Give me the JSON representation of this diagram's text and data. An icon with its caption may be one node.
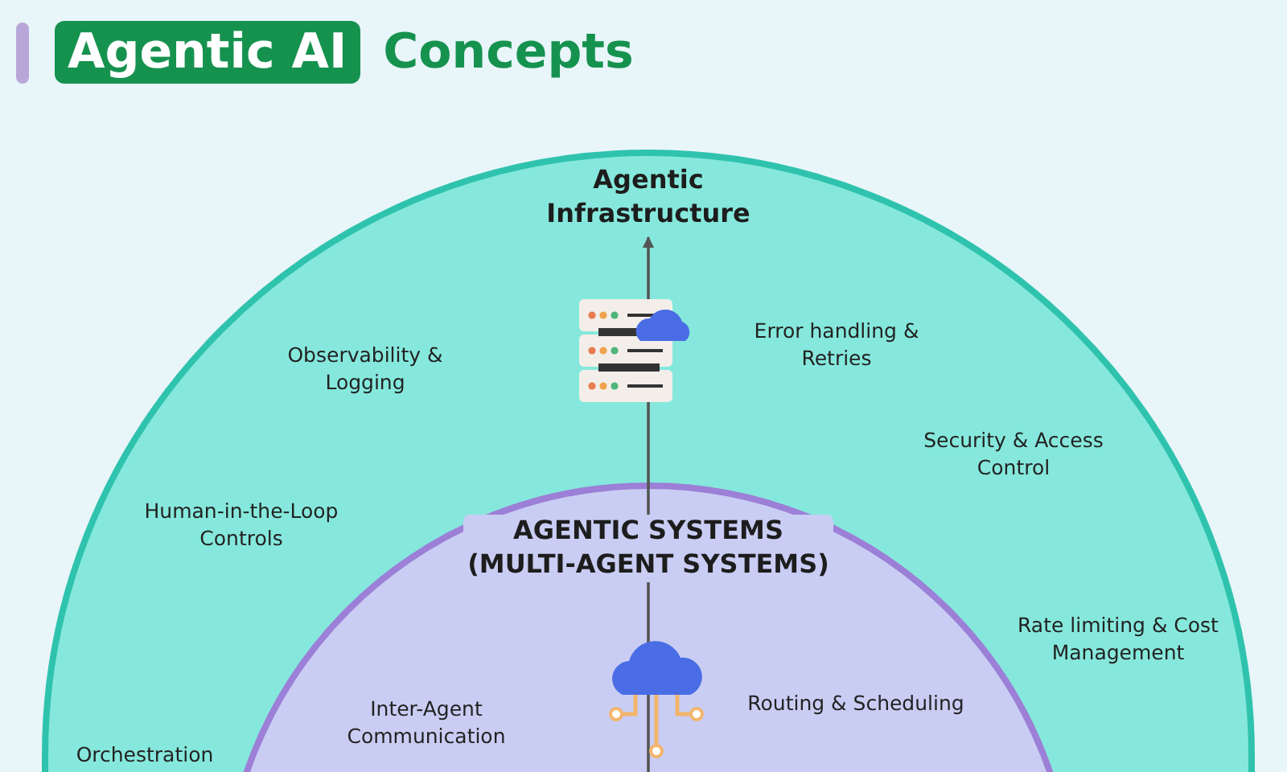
{
  "diagram": {
    "title": "**Agentic AI** Concepts",
    "nodes": [
      {
        "text": [
          "Agentic Infrastructure"
        ]
      },
      {
        "text": [
          "AGENTIC SYSTEMS (MULTI-AGENT SYSTEMS)"
        ],
        "in": 0
      }
    ],
    "edges": [
      {
        "from": 1,
        "to": 0,
        "arrow": "to"
      }
    ],
    "labels": [
      "Observability & Logging",
      "Error handling & Retries",
      "Security & Access Control",
      "Human-in-the-Loop Controls",
      "Rate limiting & Cost Management",
      "Inter-Agent Communication",
      "Routing & Scheduling",
      "Orchestration"
    ]
  }
}
